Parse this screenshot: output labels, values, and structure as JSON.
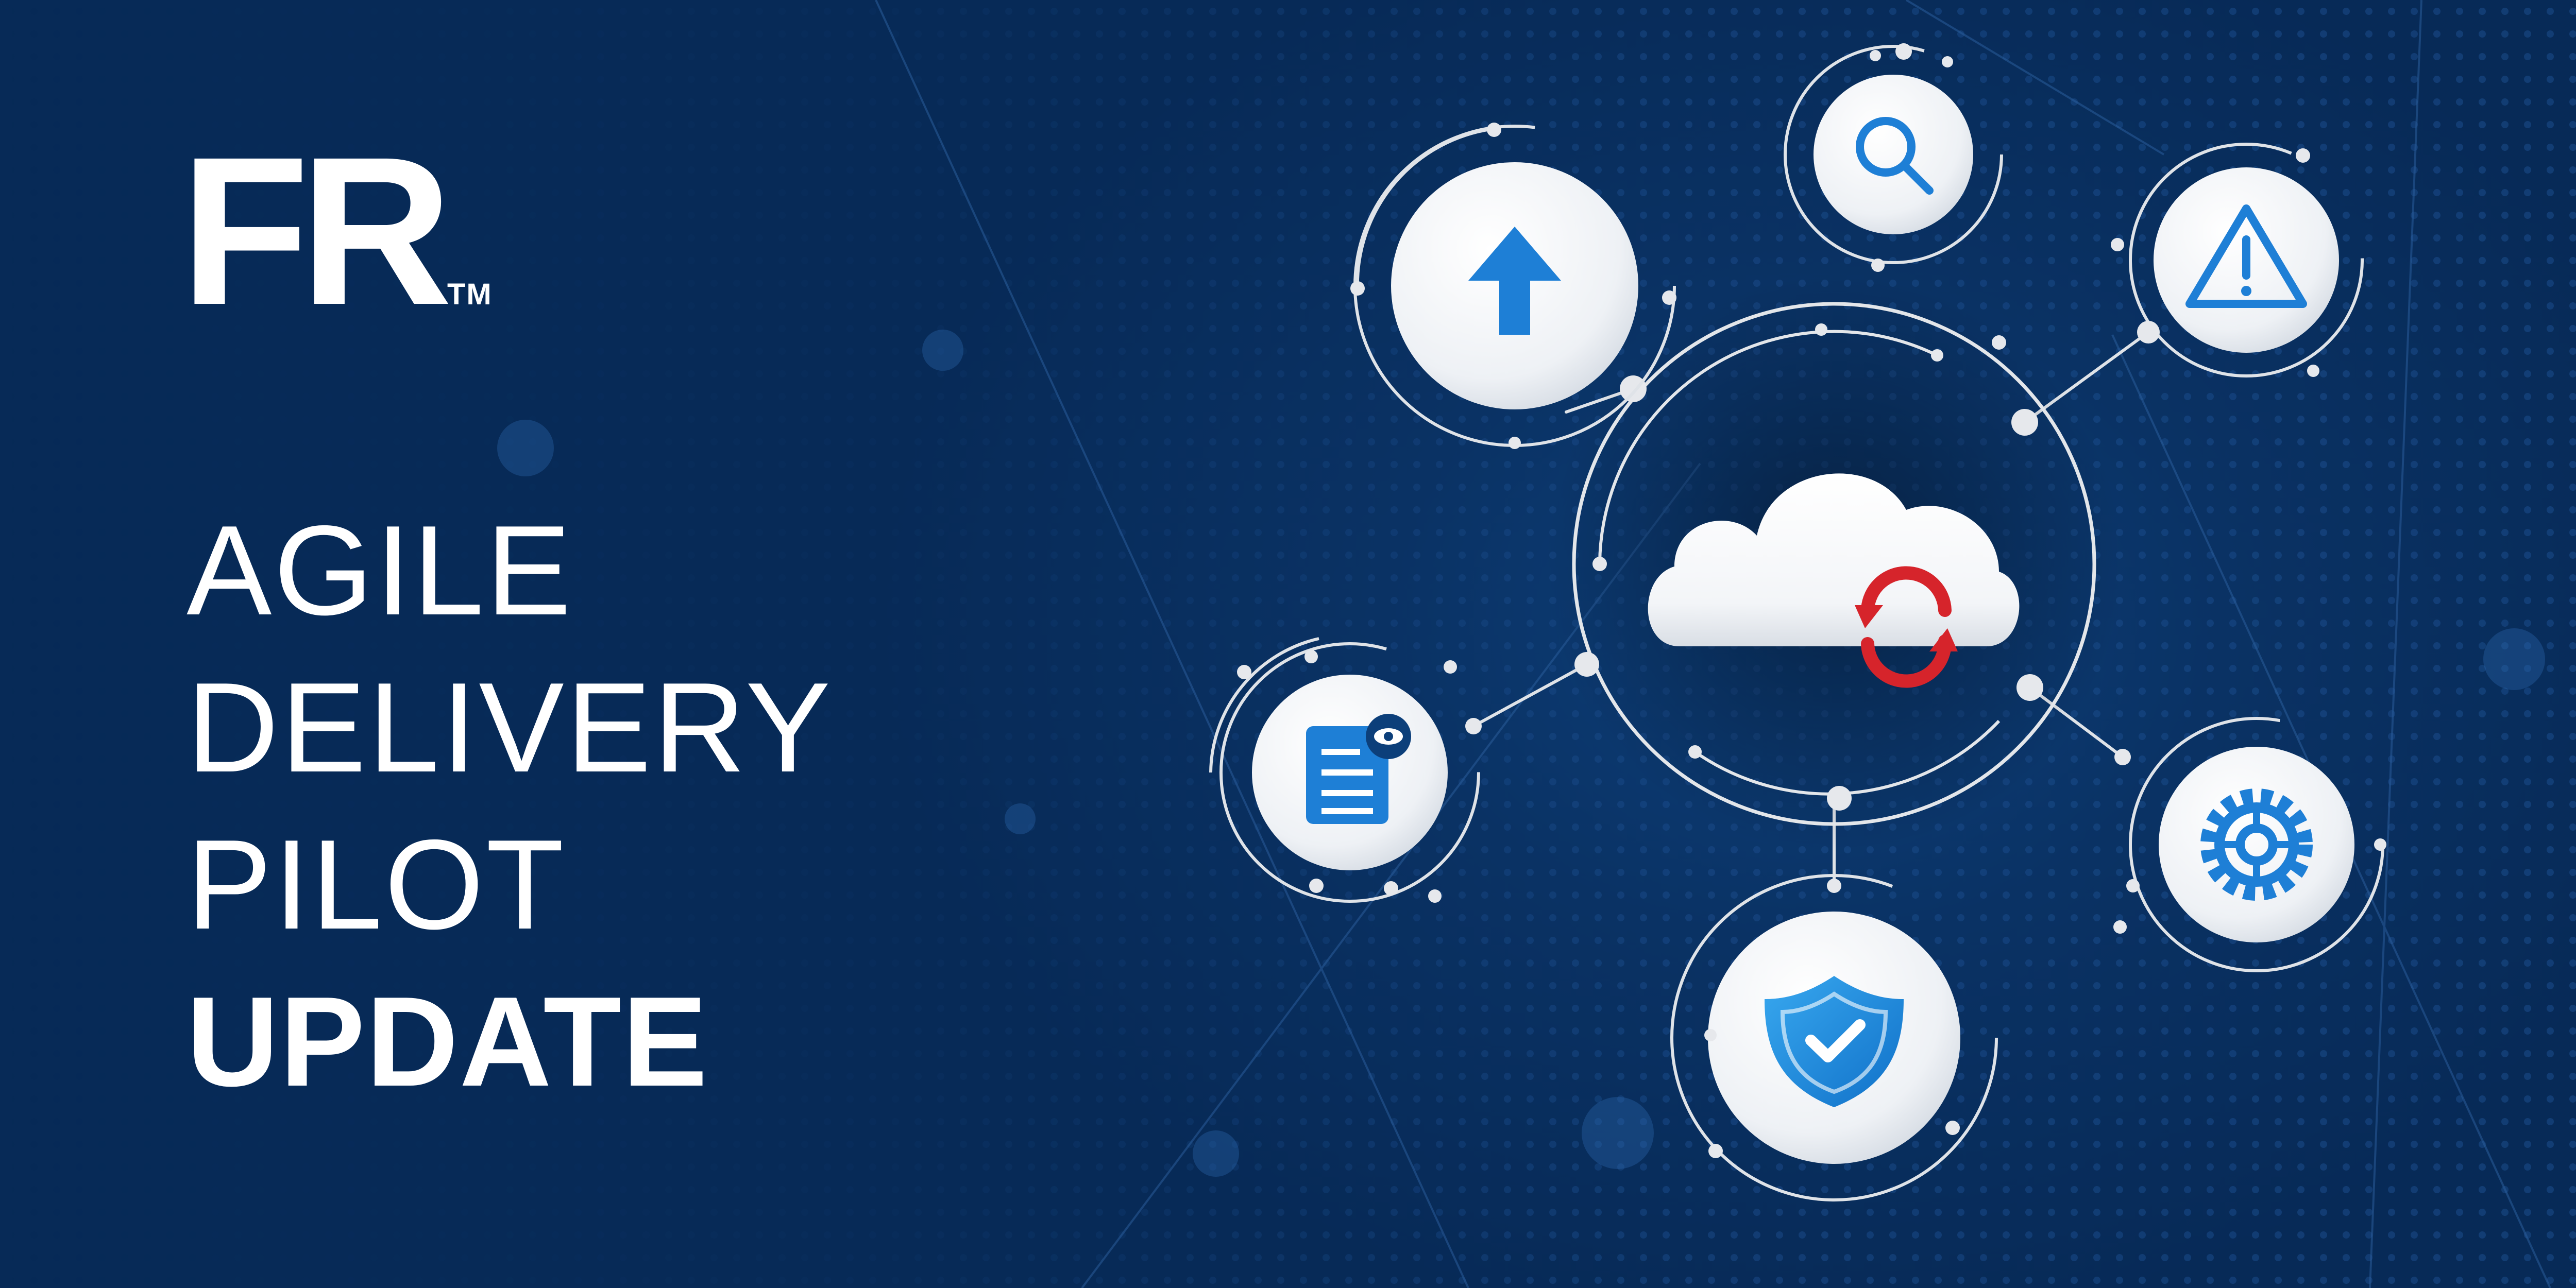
{
  "logo": {
    "text": "FR",
    "trademark": "TM"
  },
  "headline": {
    "line1": "AGILE",
    "line2": "DELIVERY",
    "line3": "PILOT",
    "line4": "UPDATE"
  },
  "network": {
    "center_icon": "cloud-sync-icon",
    "nodes": [
      "upload-arrow-icon",
      "search-icon",
      "warning-icon",
      "document-eye-icon",
      "gear-icon",
      "shield-check-icon"
    ]
  },
  "colors": {
    "background": "#0b3566",
    "accent_blue": "#1e7fd6",
    "sync_red": "#d6242b",
    "node_fill": "#f2f4f7",
    "line": "#d9dde2"
  }
}
